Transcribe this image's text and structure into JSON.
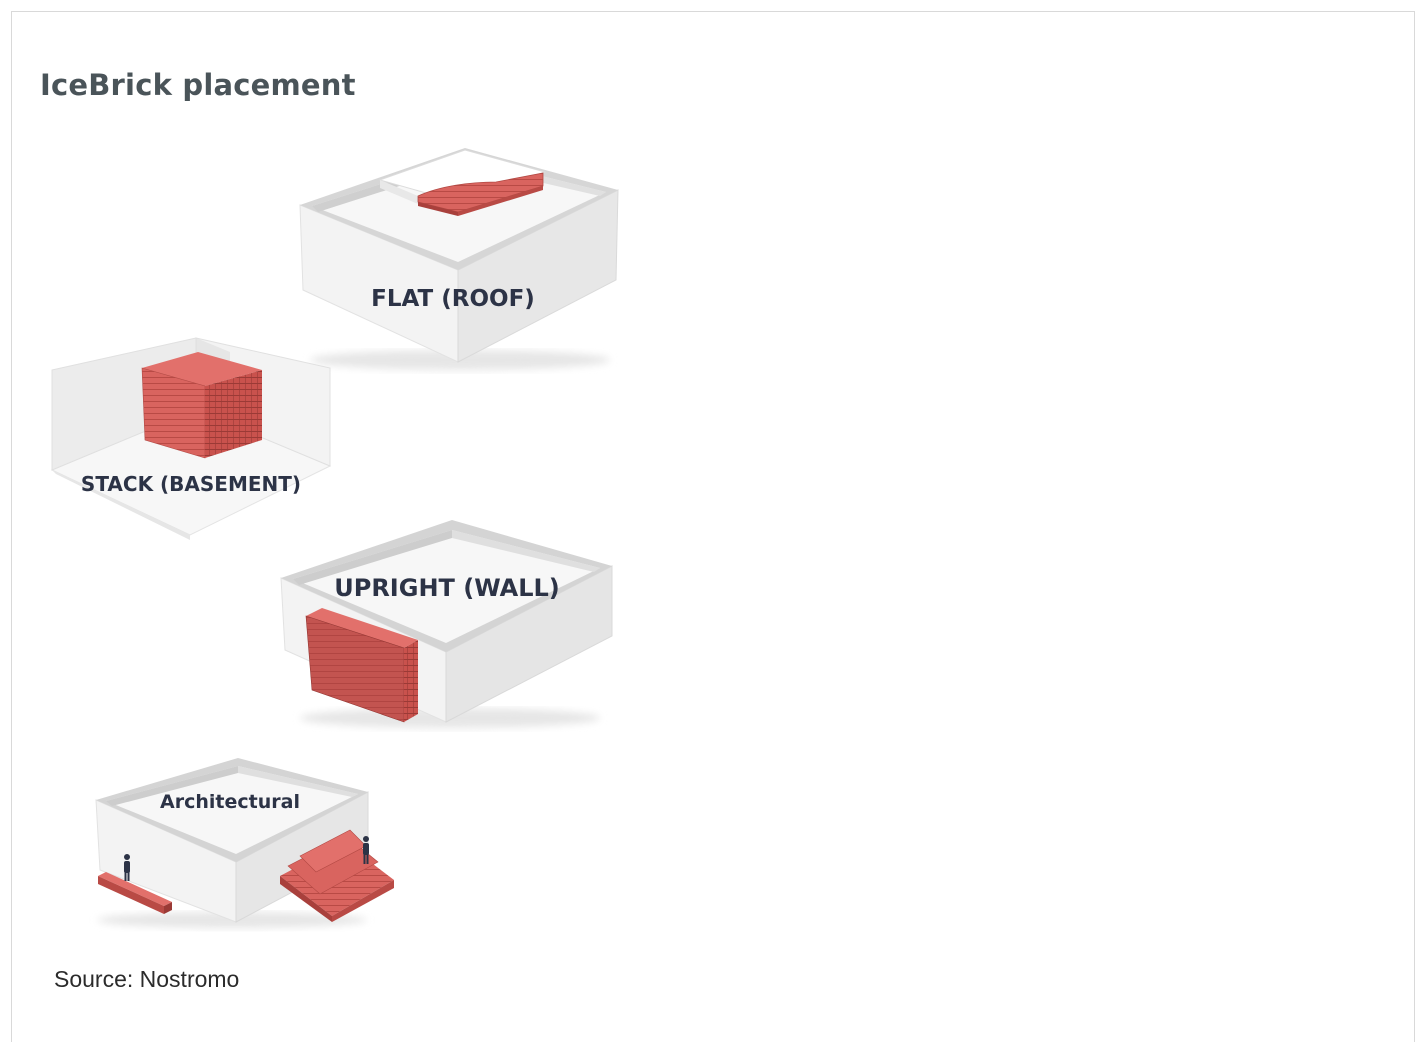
{
  "header": {
    "title": "IceBrick placement"
  },
  "diagram": {
    "items": [
      {
        "id": "flat",
        "label": "FLAT (ROOF)"
      },
      {
        "id": "stack",
        "label": "STACK (BASEMENT)"
      },
      {
        "id": "upright",
        "label": "UPRIGHT (WALL)"
      },
      {
        "id": "architectural",
        "label": "Architectural"
      }
    ]
  },
  "footer": {
    "source": "Source: Nostromo"
  },
  "colors": {
    "brick": "#d9645f",
    "brick_dark": "#a9403c",
    "wall": "#f1f1f1",
    "wall_shade": "#dcdcdc",
    "label": "#2c3346",
    "title": "#4a5459"
  }
}
